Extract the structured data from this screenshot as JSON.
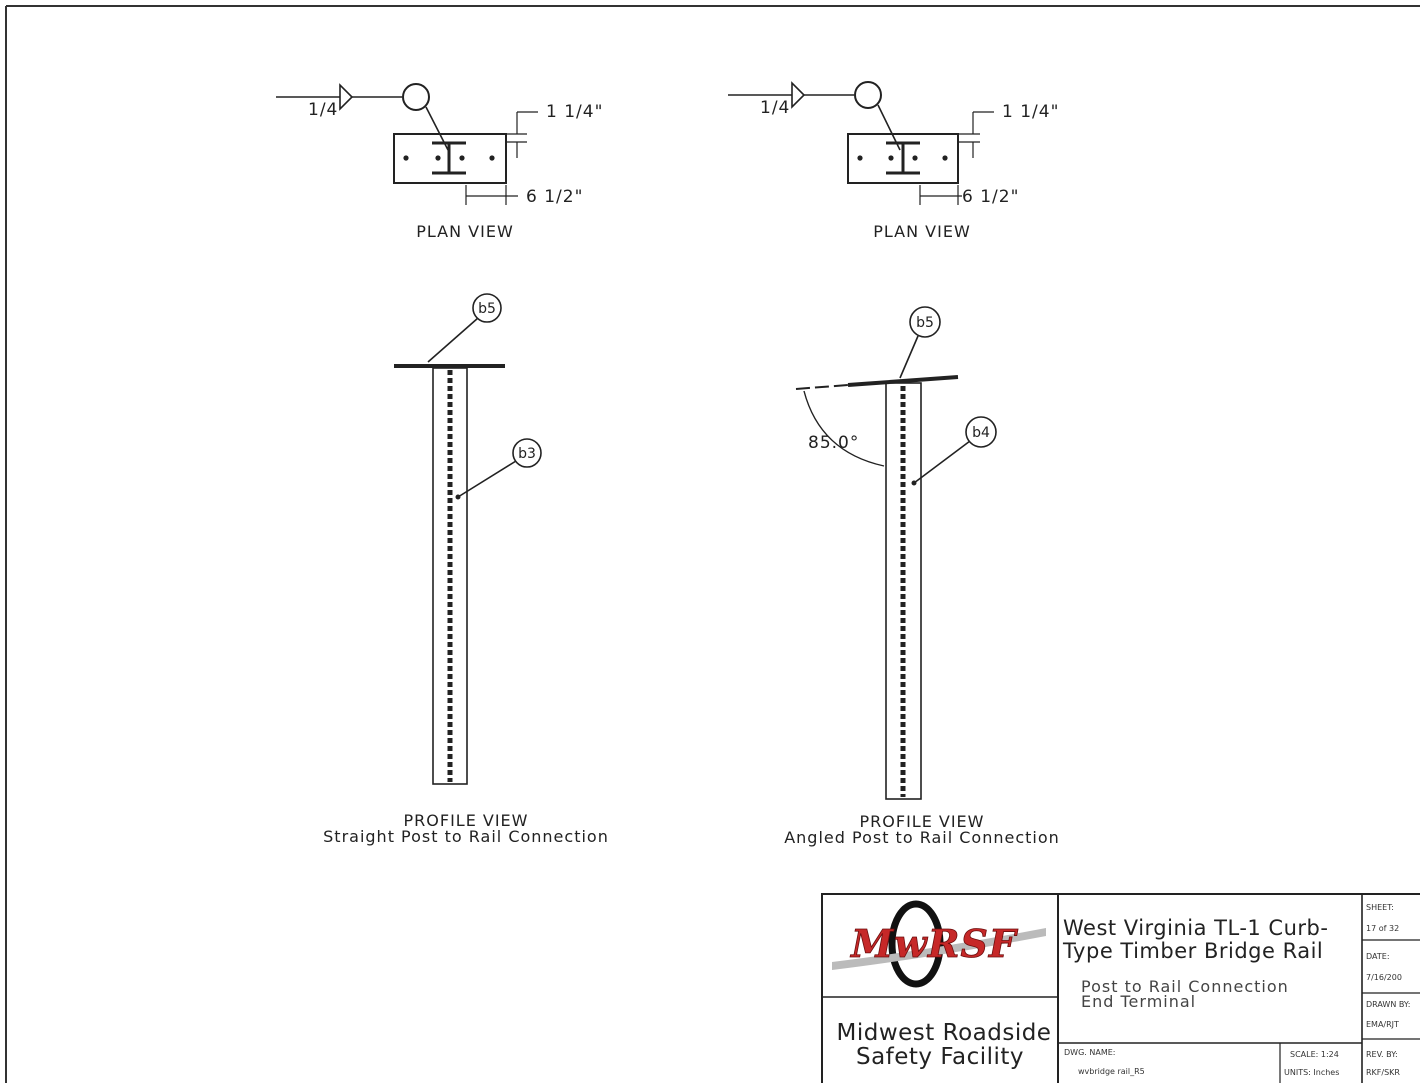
{
  "plan_left": {
    "weld_size": "1/4",
    "dim_thickness": "1 1/4\"",
    "dim_offset": "6 1/2\"",
    "title": "PLAN VIEW"
  },
  "plan_right": {
    "weld_size": "1/4",
    "dim_thickness": "1 1/4\"",
    "dim_offset": "6 1/2\"",
    "title": "PLAN VIEW"
  },
  "profile_left": {
    "callout_top": "b5",
    "callout_post": "b3",
    "title": "PROFILE VIEW",
    "subtitle": "Straight Post to Rail Connection"
  },
  "profile_right": {
    "callout_top": "b5",
    "callout_post": "b4",
    "angle": "85.0°",
    "title": "PROFILE VIEW",
    "subtitle": "Angled Post to Rail Connection"
  },
  "title_block": {
    "logo_text": "MwRSF",
    "org_line1": "Midwest Roadside",
    "org_line2": "Safety Facility",
    "project_line1": "West Virginia TL-1 Curb-",
    "project_line2": "Type Timber Bridge Rail",
    "subtitle_line1": "Post to Rail Connection",
    "subtitle_line2": "End Terminal",
    "sheet_label": "SHEET:",
    "sheet_value": "17 of 32",
    "date_label": "DATE:",
    "date_value": "7/16/200",
    "drawn_label": "DRAWN BY:",
    "drawn_value": "EMA/RJT",
    "dwg_name_label": "DWG. NAME:",
    "dwg_name_value": "wvbridge rail_R5",
    "scale_label": "SCALE: 1:24",
    "units_label": "UNITS: Inches",
    "rev_label": "REV. BY:",
    "rev_value": "RKF/SKR"
  }
}
